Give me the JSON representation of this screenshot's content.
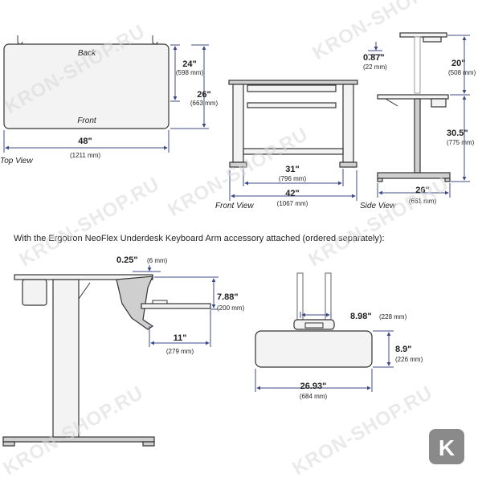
{
  "watermark": "KRON-SHOP.RU",
  "badge": "K",
  "colors": {
    "dimension_line": "#3c4a86",
    "outline": "#333333",
    "badge_bg": "#8a8a8a"
  },
  "top_view": {
    "back": "Back",
    "front": "Front",
    "depth": {
      "in": "24\"",
      "mm": "(598 mm)"
    },
    "depth_total": {
      "in": "26\"",
      "mm": "(663 mm)"
    },
    "width": {
      "in": "48\"",
      "mm": "(1211 mm)"
    },
    "caption": "Top View"
  },
  "front_view": {
    "inner_width": {
      "in": "31\"",
      "mm": "(796 mm)"
    },
    "base_width": {
      "in": "42\"",
      "mm": "(1067 mm)"
    },
    "caption": "Front View"
  },
  "side_view": {
    "top_thickness": {
      "in": "0.87\"",
      "mm": "(22 mm)"
    },
    "stroke": {
      "in": "20\"",
      "mm": "(508 mm)"
    },
    "min_height": {
      "in": "30.5\"",
      "mm": "(775 mm)"
    },
    "foot_depth": {
      "in": "26\"",
      "mm": "(661 mm)"
    },
    "caption": "Side View"
  },
  "accessory_note": "With the Ergotron NeoFlex Underdesk Keyboard Arm accessory attached  (ordered separately):",
  "keyboard_side": {
    "offset": {
      "in": "0.25\"",
      "mm": "(6 mm)"
    },
    "drop": {
      "in": "7.88\"",
      "mm": "(200 mm)"
    },
    "reach": {
      "in": "11\"",
      "mm": "(279 mm)"
    }
  },
  "keyboard_front": {
    "mount_width": {
      "in": "8.98\"",
      "mm": "(228 mm)"
    },
    "tray_depth": {
      "in": "8.9\"",
      "mm": "(226 mm)"
    },
    "tray_width": {
      "in": "26.93\"",
      "mm": "(684 mm)"
    }
  }
}
